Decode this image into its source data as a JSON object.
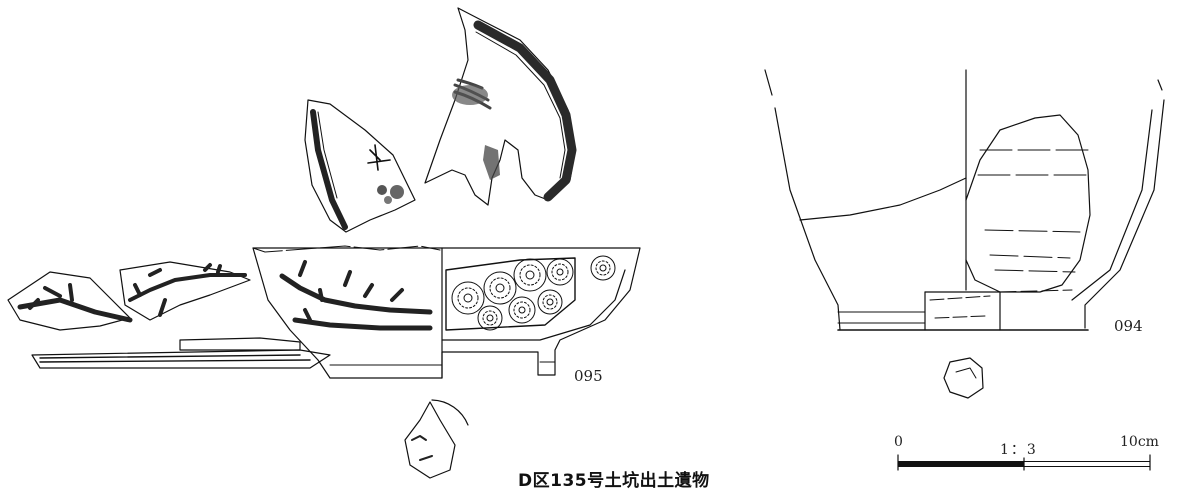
{
  "caption": "D区135号土坑出土遺物",
  "labels": {
    "artifact_095": "095",
    "artifact_094": "094"
  },
  "scale_bar": {
    "start_label": "0",
    "ratio_label": "1：3",
    "end_label": "10cm"
  },
  "colors": {
    "ink": "#111111",
    "paper": "#ffffff"
  }
}
